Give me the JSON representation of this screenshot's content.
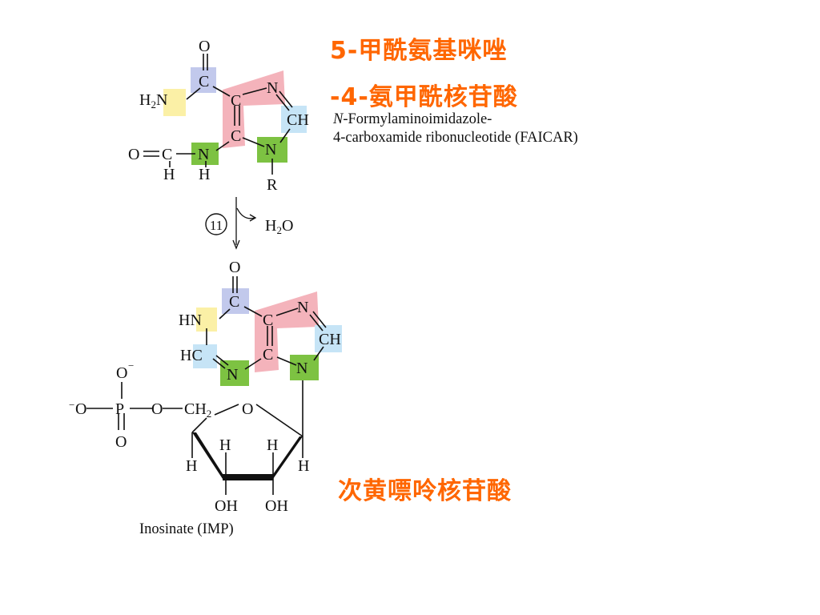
{
  "labels": {
    "faicar_cn_line1": "5-甲酰氨基咪唑",
    "faicar_cn_line2": "-4-氨甲酰核苷酸",
    "imp_cn": "次黄嘌呤核苷酸"
  },
  "captions": {
    "faicar_en_line1_italic": "N",
    "faicar_en_line1_rest": "-Formylaminoimidazole-",
    "faicar_en_line2": "4-carboxamide ribonucleotide (FAICAR)",
    "imp_en": "Inosinate (IMP)"
  },
  "reaction": {
    "step": "11",
    "byproduct_prefix": "H",
    "byproduct_sub": "2",
    "byproduct_suffix": "O"
  },
  "atoms": {
    "O": "O",
    "C": "C",
    "N": "N",
    "H": "H",
    "R": "R",
    "P": "P",
    "H2N_H": "H",
    "H2N_2": "2",
    "H2N_N": "N",
    "CH": "CH",
    "HN": "HN",
    "HC": "HC",
    "CH2": "CH",
    "CH2_sub": "2",
    "OH": "OH",
    "minus": "−"
  },
  "colors": {
    "label_orange": "#ff6600",
    "highlight_pink": "#f4b3bb",
    "highlight_blue": "#c2c9ec",
    "highlight_yellow": "#fbf0a6",
    "highlight_lightblue": "#c6e4f6",
    "highlight_green": "#7dc242"
  }
}
